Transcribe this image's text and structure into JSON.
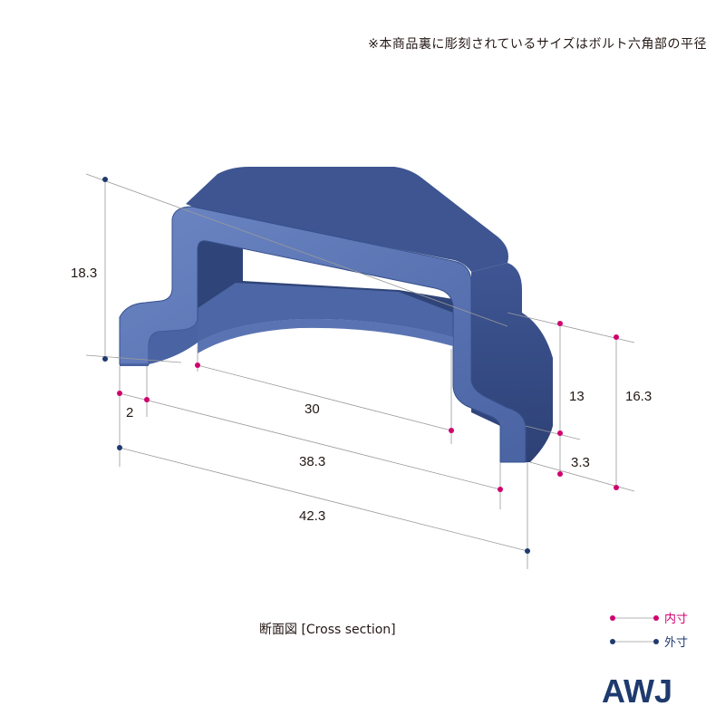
{
  "note": "※本商品裏に彫刻されているサイズはボルト六角部の平径",
  "caption": "断面図 [Cross section]",
  "dimensions": {
    "height_outer": "18.3",
    "wall": "2",
    "inner_width": "30",
    "width_inner": "38.3",
    "width_outer": "42.3",
    "depth_inner": "13",
    "depth_outer": "16.3",
    "step": "3.3"
  },
  "legend": {
    "inner_label": "内寸",
    "outer_label": "外寸",
    "inner_color": "#d0006f",
    "outer_color": "#1e3a6e"
  },
  "logo": {
    "text": "AWJ"
  },
  "colors": {
    "part_top": "#5a74b3",
    "part_side": "#3e5591",
    "part_inner": "#2f4478",
    "line": "#9a9a9a"
  }
}
